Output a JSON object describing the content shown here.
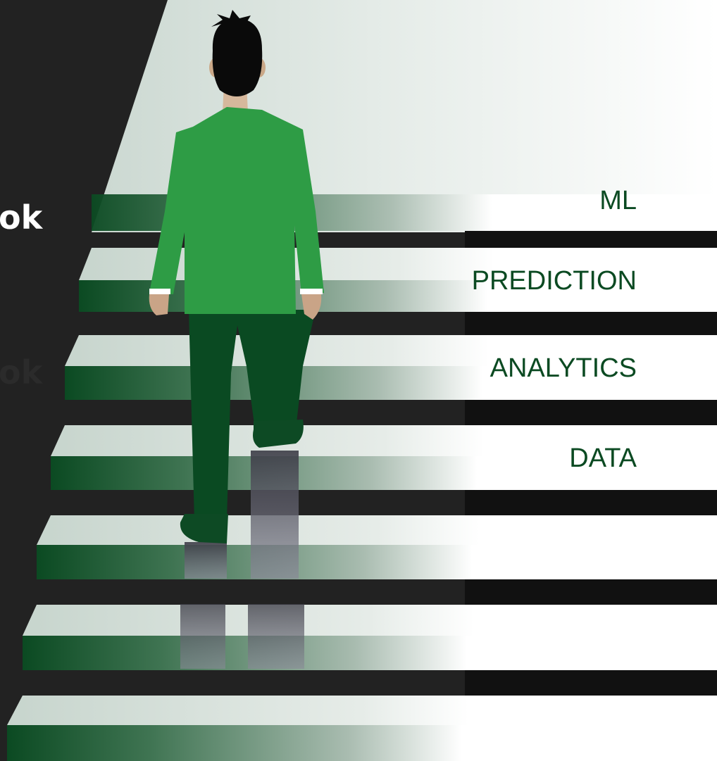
{
  "cropped_heading": "ok",
  "faint_heading": "ok",
  "steps": [
    {
      "label": "ML"
    },
    {
      "label": "PREDICTION"
    },
    {
      "label": "ANALYTICS"
    },
    {
      "label": "DATA"
    }
  ],
  "colors": {
    "background": "#222222",
    "step_green": "#0b4a22",
    "step_top": "#dfe8e3",
    "jacket": "#2e9c45",
    "trousers": "#0a4a22",
    "label_text": "#0b4a22"
  }
}
